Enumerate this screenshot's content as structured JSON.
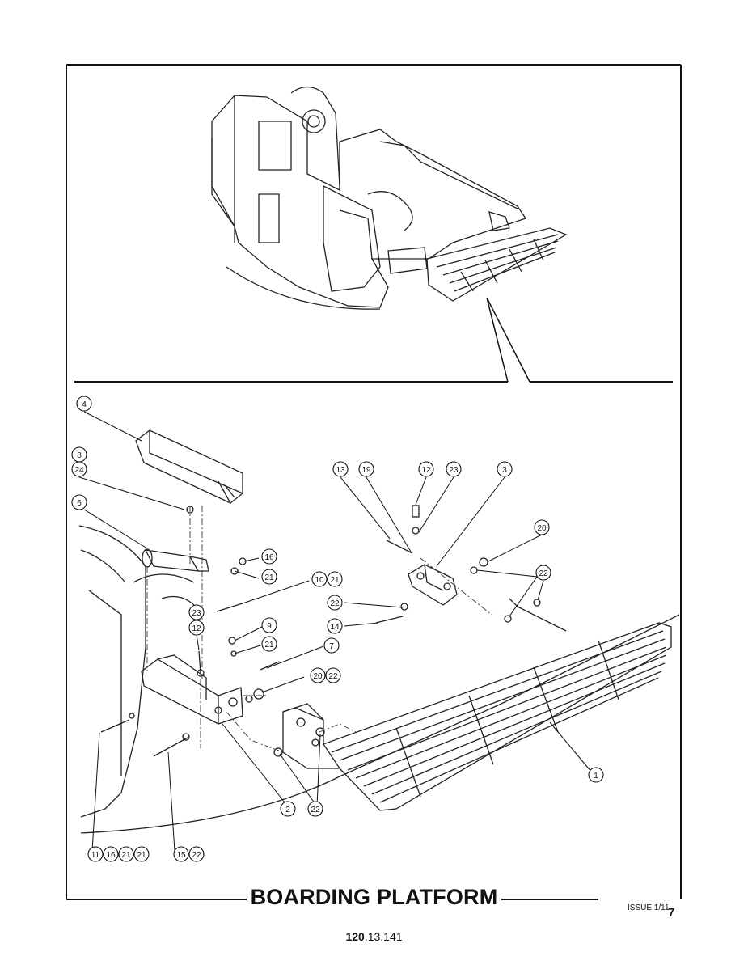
{
  "title": "BOARDING PLATFORM",
  "issue": "ISSUE 1/11",
  "page_number": "7",
  "doc_number_bold": "120",
  "doc_number_rest": ".13.141",
  "callouts": {
    "c1": "1",
    "c2": "2",
    "c3": "3",
    "c4": "4",
    "c6": "6",
    "c7": "7",
    "c8": "8",
    "c24": "24",
    "c9": "9",
    "c10": "10",
    "c10b": "21",
    "c12a": "12",
    "c23a": "23",
    "c12b": "12",
    "c23b": "23",
    "c13": "13",
    "c19": "19",
    "c14": "14",
    "c16": "16",
    "c20a": "20",
    "c20b": "20",
    "c20c": "22",
    "c21a": "21",
    "c21b": "21",
    "c22a": "22",
    "c22b": "22",
    "c22c": "22",
    "c11": "11",
    "c16b": "16",
    "c21c": "21",
    "c21d": "21",
    "c15": "15",
    "c22d": "22"
  }
}
